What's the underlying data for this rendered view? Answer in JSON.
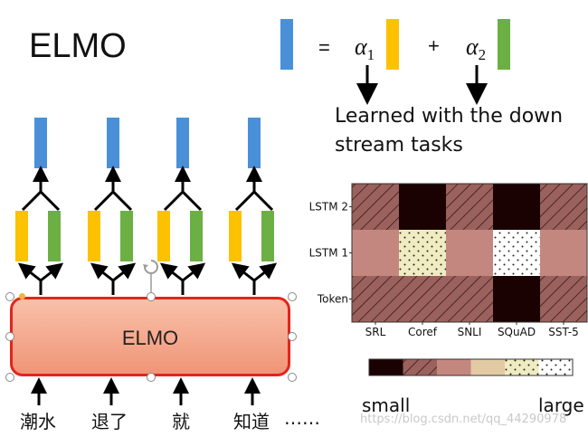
{
  "title": "ELMO",
  "formula": {
    "equals": "=",
    "alpha1": "α",
    "sub1": "1",
    "plus": "+",
    "alpha2": "α",
    "sub2": "2"
  },
  "note_line1": "Learned with the down",
  "note_line2": "stream tasks",
  "model_label": "ELMO",
  "words": [
    "潮水",
    "退了",
    "就",
    "知道",
    "……"
  ],
  "heatmap": {
    "rows": [
      "LSTM 2",
      "LSTM 1",
      "Token"
    ],
    "columns": [
      "SRL",
      "Coref",
      "SNLI",
      "SQuAD",
      "SST-5"
    ],
    "levels": [
      [
        1,
        0,
        1,
        0,
        1
      ],
      [
        2,
        4,
        2,
        5,
        2
      ],
      [
        1,
        1,
        1,
        0,
        1
      ]
    ]
  },
  "scale": {
    "small": "small",
    "large": "large"
  },
  "watermark": "https://blog.csdn.net/qq_44290978",
  "colors": {
    "blue": "#4a90d9",
    "yellow": "#fcc200",
    "green": "#6cb043",
    "box_border": "#e2251b",
    "level0": "#1a0203",
    "level1": "#9a615d",
    "level2": "#c4877f",
    "level3": "#e2cba4",
    "level4": "#f0ecc2",
    "level5": "#ffffff"
  }
}
